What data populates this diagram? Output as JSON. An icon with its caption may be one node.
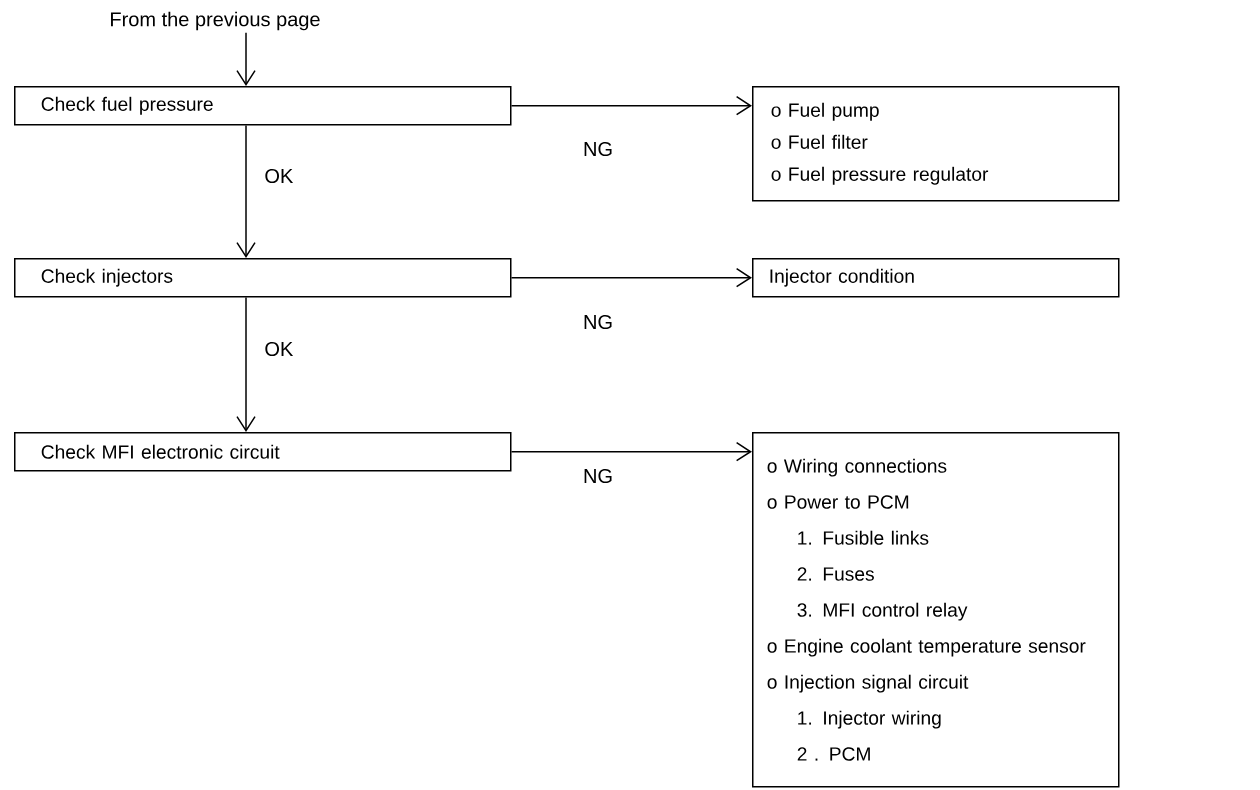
{
  "diagram": {
    "nodes": [
      {
        "text": [
          "From the previous page"
        ]
      },
      {
        "text": [
          "Check fuel pressure"
        ]
      },
      {
        "text": [
          "o Fuel pump",
          "o Fuel filter",
          "o Fuel pressure regulator"
        ]
      },
      {
        "text": [
          "Check injectors"
        ]
      },
      {
        "text": [
          "Injector condition"
        ]
      },
      {
        "text": [
          "Check MFI electronic circuit"
        ]
      },
      {
        "text": [
          "o Wiring connections",
          "o Power to PCM",
          "1. Fusible links",
          "2. Fuses",
          "3. MFI control relay",
          "o Engine coolant temperature sensor",
          "o Injection signal circuit",
          "1. Injector wiring",
          "2 . PCM"
        ]
      }
    ],
    "edges": [
      {
        "from": 0,
        "to": 1,
        "arrow": "to"
      },
      {
        "from": 1,
        "to": 2,
        "arrow": "to",
        "label": "NG"
      },
      {
        "from": 1,
        "to": 3,
        "arrow": "to",
        "label": "OK"
      },
      {
        "from": 3,
        "to": 4,
        "arrow": "to",
        "label": "NG"
      },
      {
        "from": 3,
        "to": 5,
        "arrow": "to",
        "label": "OK"
      },
      {
        "from": 5,
        "to": 6,
        "arrow": "to",
        "label": "NG"
      }
    ]
  }
}
